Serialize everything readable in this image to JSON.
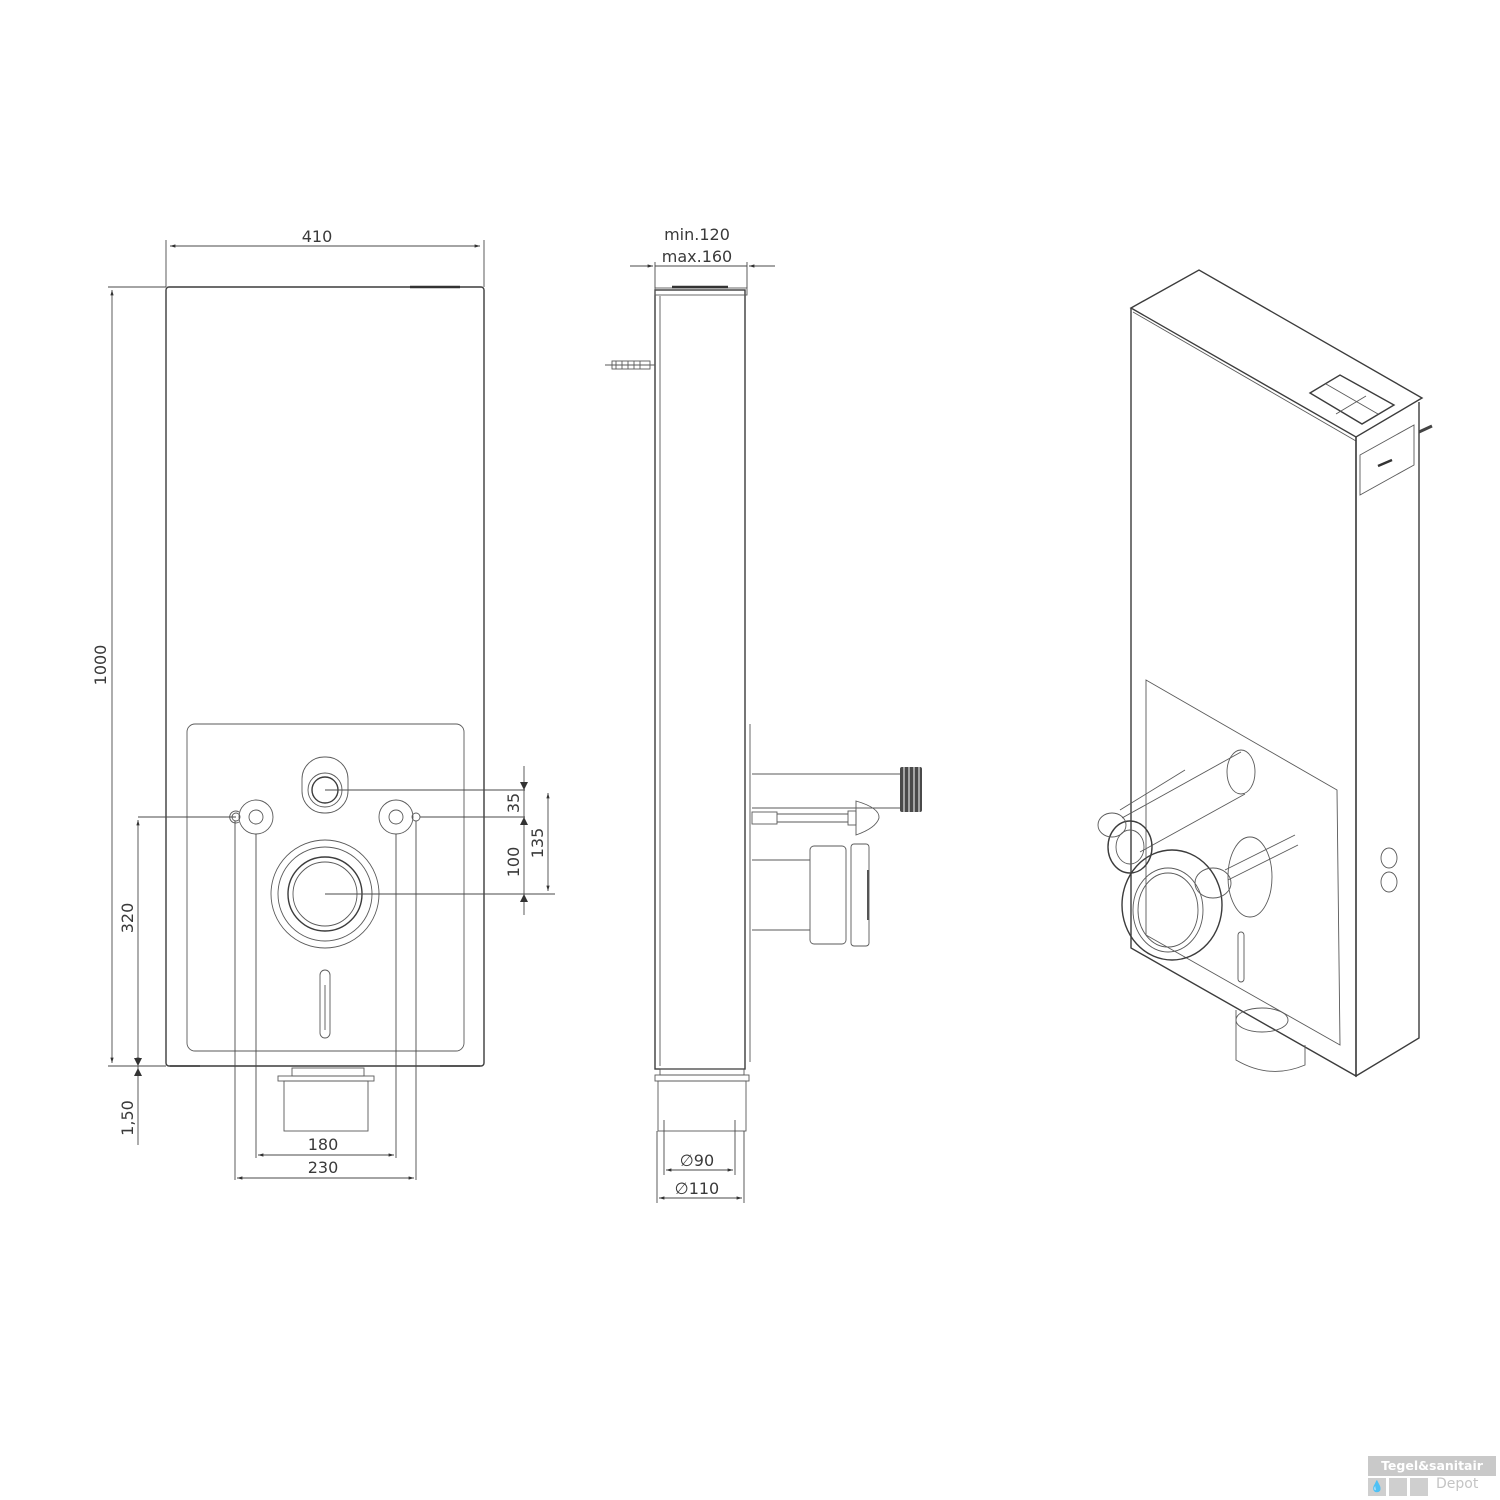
{
  "drawing": {
    "type": "technical dimension drawing",
    "views": [
      "front",
      "side",
      "isometric"
    ],
    "line_color": "#3c3c3c",
    "background": "#ffffff"
  },
  "front_view": {
    "dimensions": {
      "width": "410",
      "height": "1000",
      "pan_connection_height": "320",
      "floor_offset": "1,50",
      "bolt_inner_spacing": "180",
      "bolt_outer_spacing": "230",
      "supply_to_bolt": "35",
      "bolt_to_drain": "100",
      "supply_to_drain": "135"
    }
  },
  "side_view": {
    "dimensions": {
      "depth_min": "min.120",
      "depth_max": "max.160",
      "drain_inner_diameter": "∅90",
      "drain_outer_diameter": "∅110"
    }
  },
  "watermark": {
    "brand_top": "Tegel&sanitair",
    "brand_bottom": "Depot",
    "icon": "water-drop-icon"
  }
}
